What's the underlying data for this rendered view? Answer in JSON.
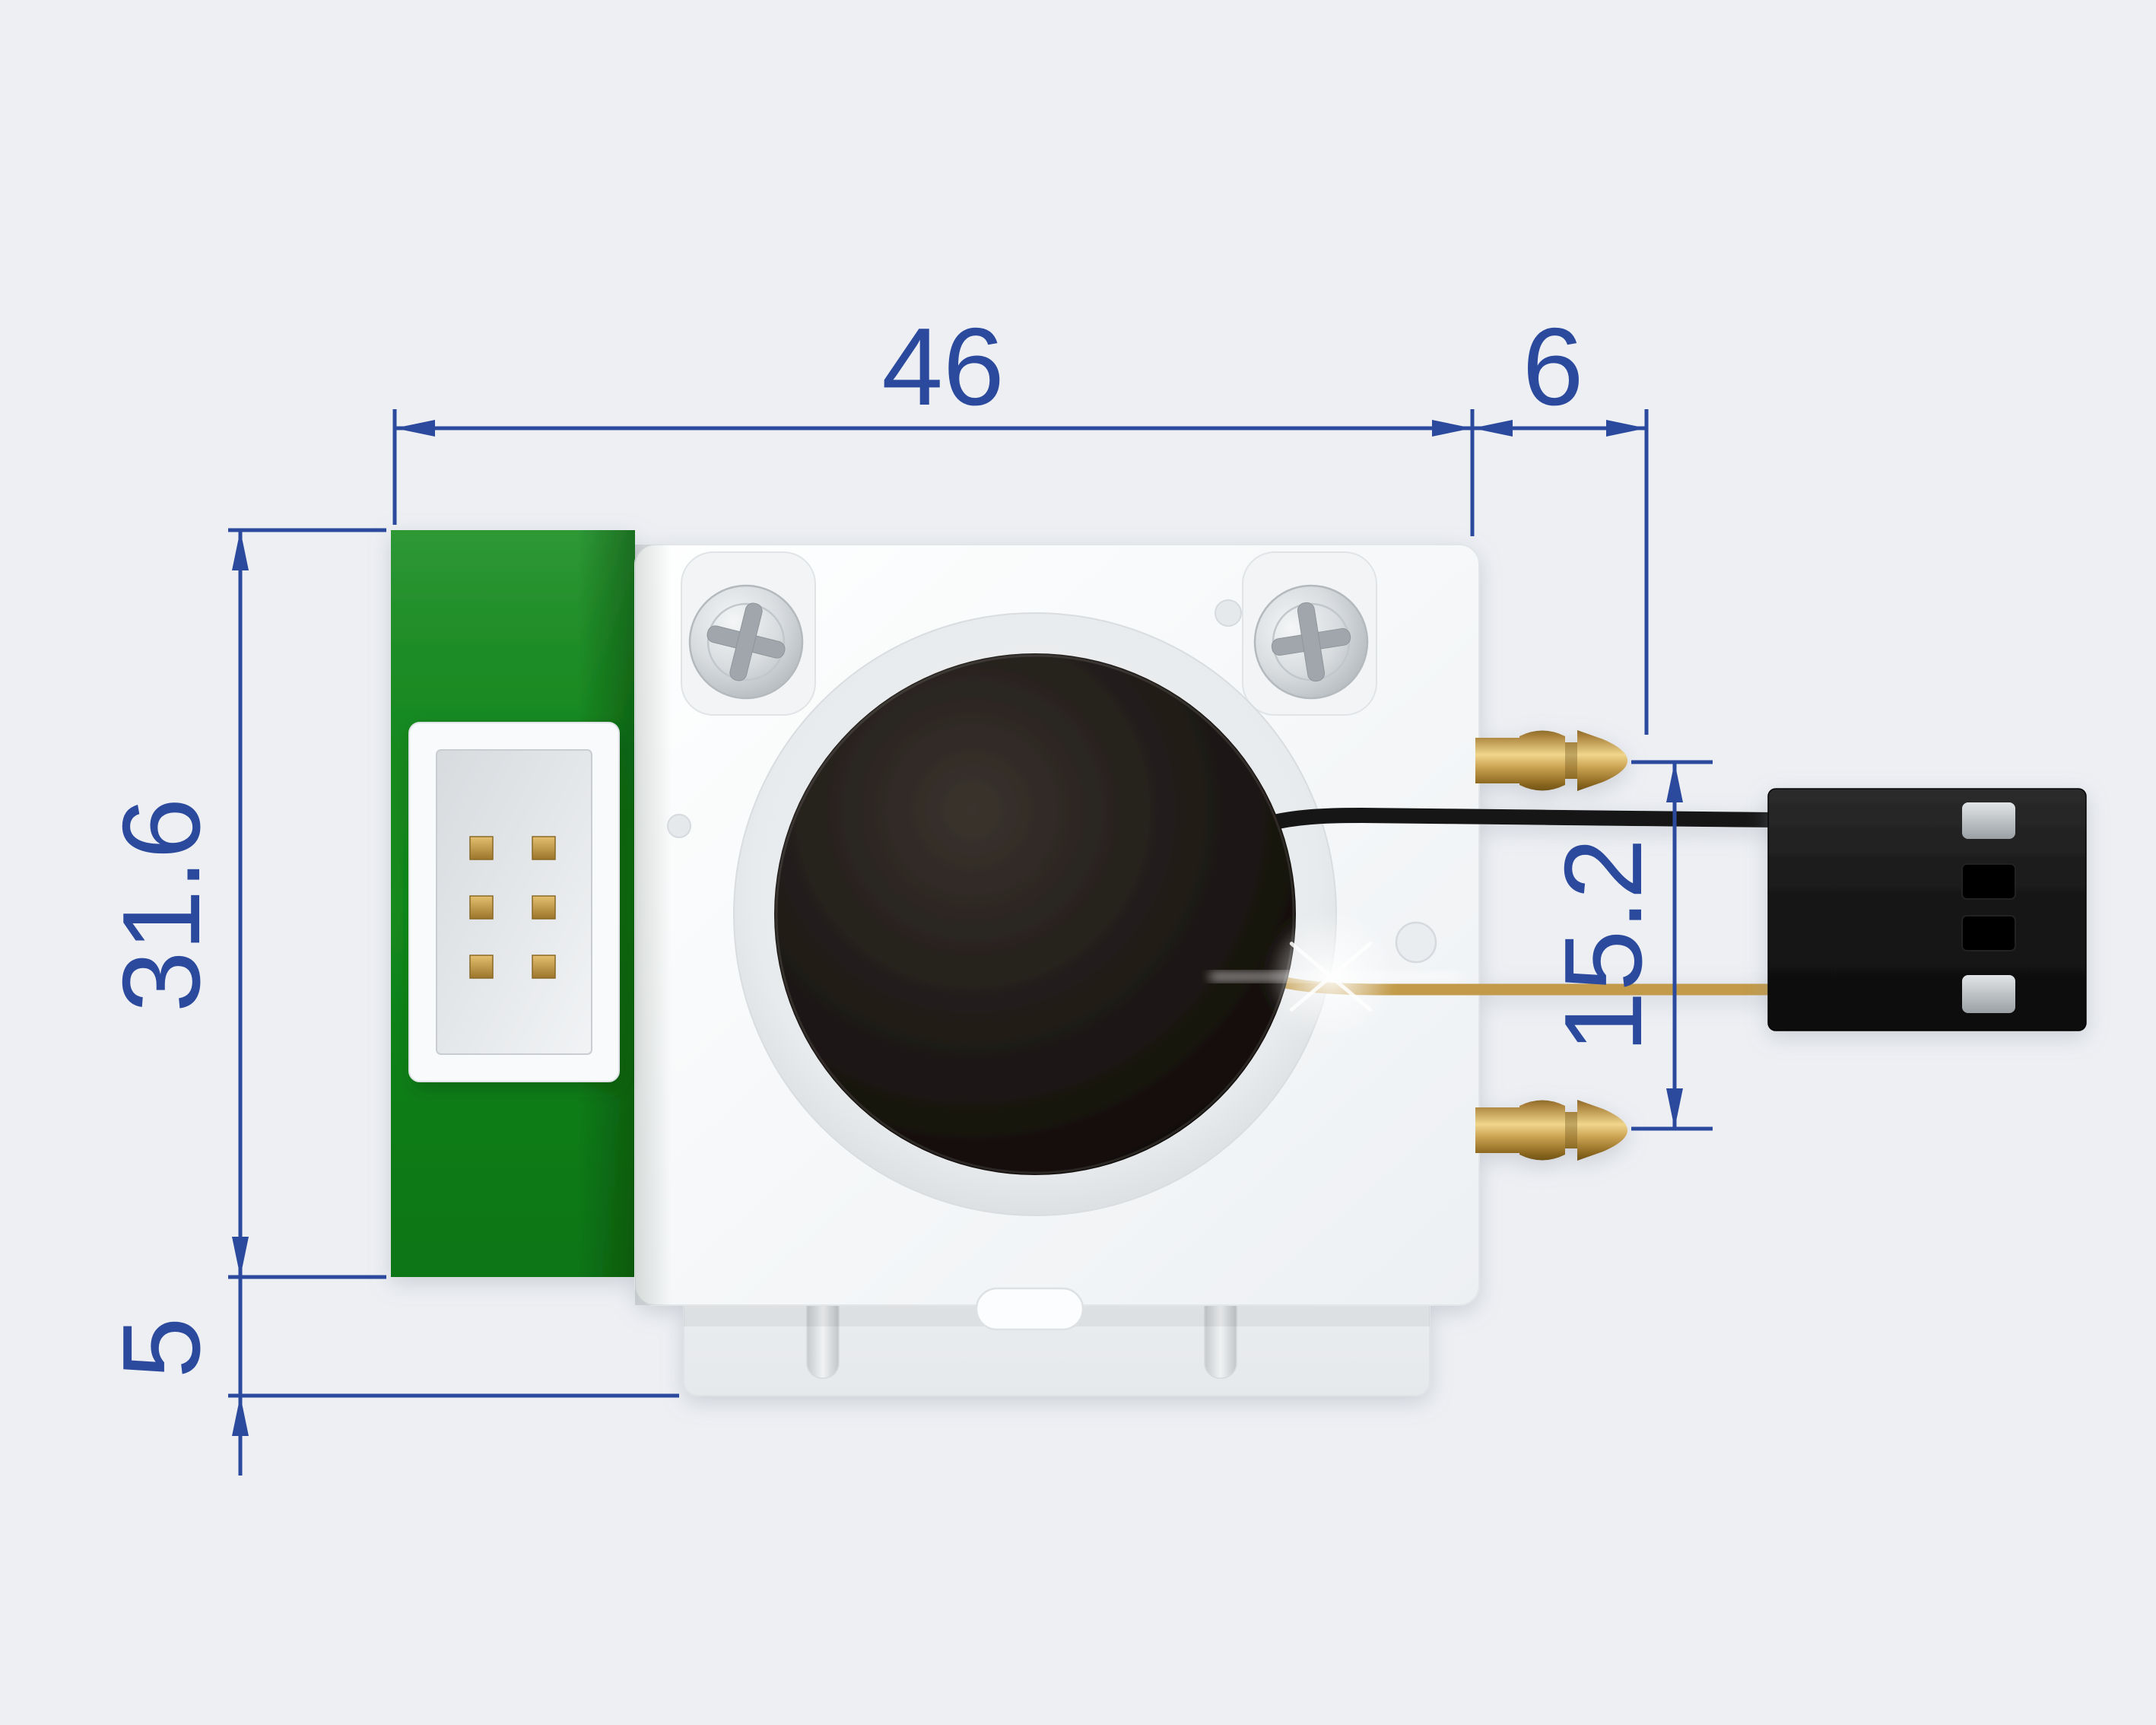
{
  "drawing": {
    "dimensions": {
      "overall_width": "46",
      "barb_protrusion": "6",
      "pcb_height": "31.6",
      "port_spacing": "15.2",
      "bracket_offset": "5"
    },
    "colors": {
      "dimension_blue": "#2b4a9d",
      "pcb_green": "#128a1b",
      "background": "#edeff3",
      "pump_head_black": "#16120f",
      "brass_gold": "#c29a48"
    }
  }
}
